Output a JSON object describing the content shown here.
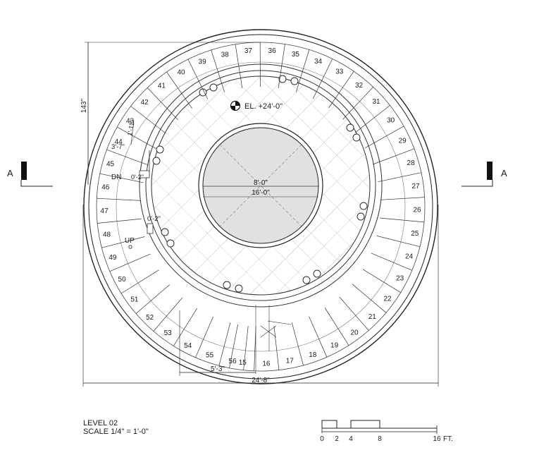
{
  "drawing": {
    "level_title": "LEVEL 02",
    "scale_note": "SCALE 1/4\" = 1'-0\"",
    "section_marker_left": "A",
    "section_marker_right": "A",
    "elevation_label": "EL. +24'-0\"",
    "stair_up_label": "UP",
    "stair_down_label": "DN"
  },
  "dimensions": {
    "overall_width": "24'-8\"",
    "overall_height": "143\"",
    "inner_core_diameter": "8'-0\"",
    "platform_diameter": "16'-0\"",
    "stair_offset": "5'-3\"",
    "gap_top": "0'-2\"",
    "gap_bottom": "0'-2\"",
    "gap_left": "0'-2\"",
    "tread_dim_a": "1'-11\"",
    "tread_dim_b": "3'-7\""
  },
  "treads": {
    "numbers": [
      "15",
      "16",
      "17",
      "18",
      "19",
      "20",
      "21",
      "22",
      "23",
      "24",
      "25",
      "26",
      "27",
      "28",
      "29",
      "30",
      "31",
      "32",
      "33",
      "34",
      "35",
      "36",
      "37",
      "38",
      "39",
      "40",
      "41",
      "42",
      "43",
      "44",
      "45",
      "46",
      "47",
      "48",
      "49",
      "50",
      "51",
      "52",
      "53",
      "54",
      "55",
      "56"
    ]
  },
  "scale_bar": {
    "ticks": [
      "0",
      "2",
      "4",
      "8",
      "16"
    ],
    "unit": "FT."
  }
}
